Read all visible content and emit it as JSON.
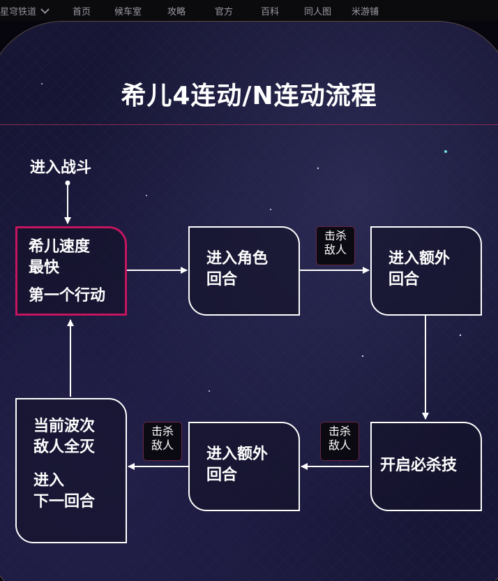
{
  "nav": {
    "game": "星穹铁道",
    "items": [
      "首页",
      "候车室",
      "攻略",
      "官方",
      "百科",
      "同人图",
      "米游铺"
    ]
  },
  "diagram": {
    "title": "希儿4连动/N连动流程",
    "start_label": "进入战斗",
    "nodes": {
      "seele_first": [
        "希儿速度",
        "最快",
        "第一个行动"
      ],
      "char_turn": [
        "进入角色",
        "回合"
      ],
      "extra_turn_1": [
        "进入额外",
        "回合"
      ],
      "ultimate": [
        "开启必杀技"
      ],
      "extra_turn_2": [
        "进入额外",
        "回合"
      ],
      "wave_clear": [
        "当前波次",
        "敌人全灭",
        "进入",
        "下一回合"
      ]
    },
    "edge_labels": {
      "kill_1": [
        "击杀",
        "敌人"
      ],
      "kill_2": [
        "击杀",
        "敌人"
      ],
      "kill_3": [
        "击杀",
        "敌人"
      ]
    },
    "colors": {
      "accent": "#c4155f",
      "line": "#ffffff",
      "badge_border": "#6b2546"
    }
  }
}
